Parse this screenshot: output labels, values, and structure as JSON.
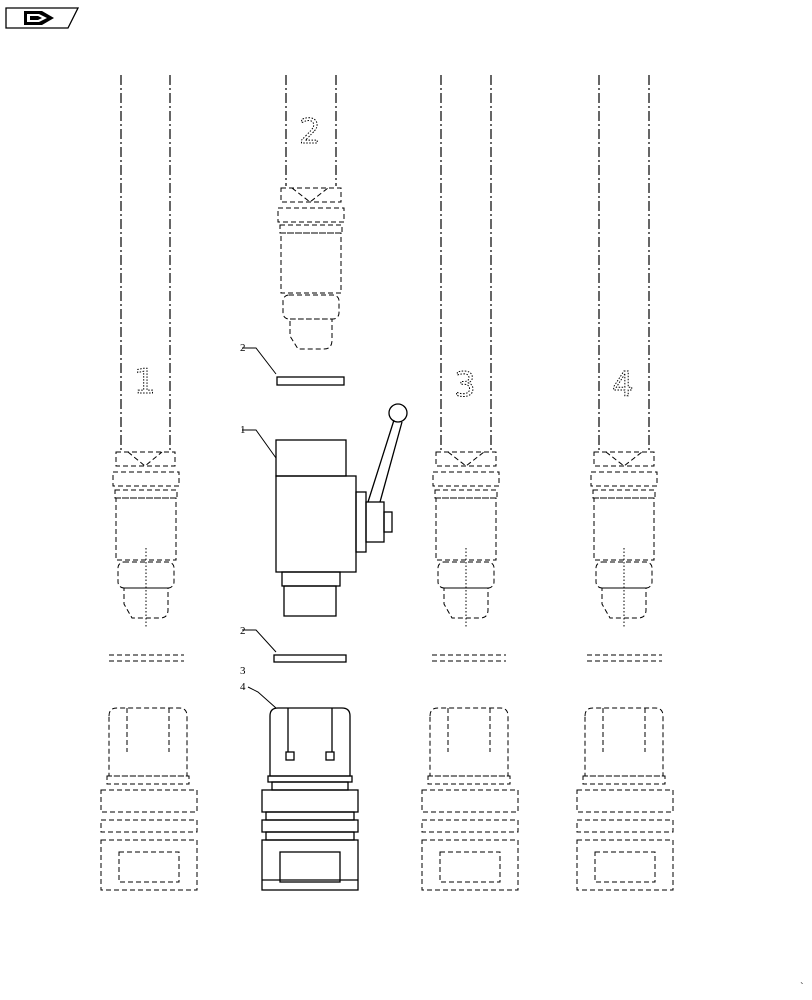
{
  "nav_icon": "forward-arrow-icon",
  "hose_labels": [
    "1",
    "2",
    "3",
    "4"
  ],
  "callouts": {
    "c1": "1",
    "c2a": "2",
    "c2b": "2",
    "c3": "3",
    "c4": "4"
  },
  "corner_mark": "`"
}
